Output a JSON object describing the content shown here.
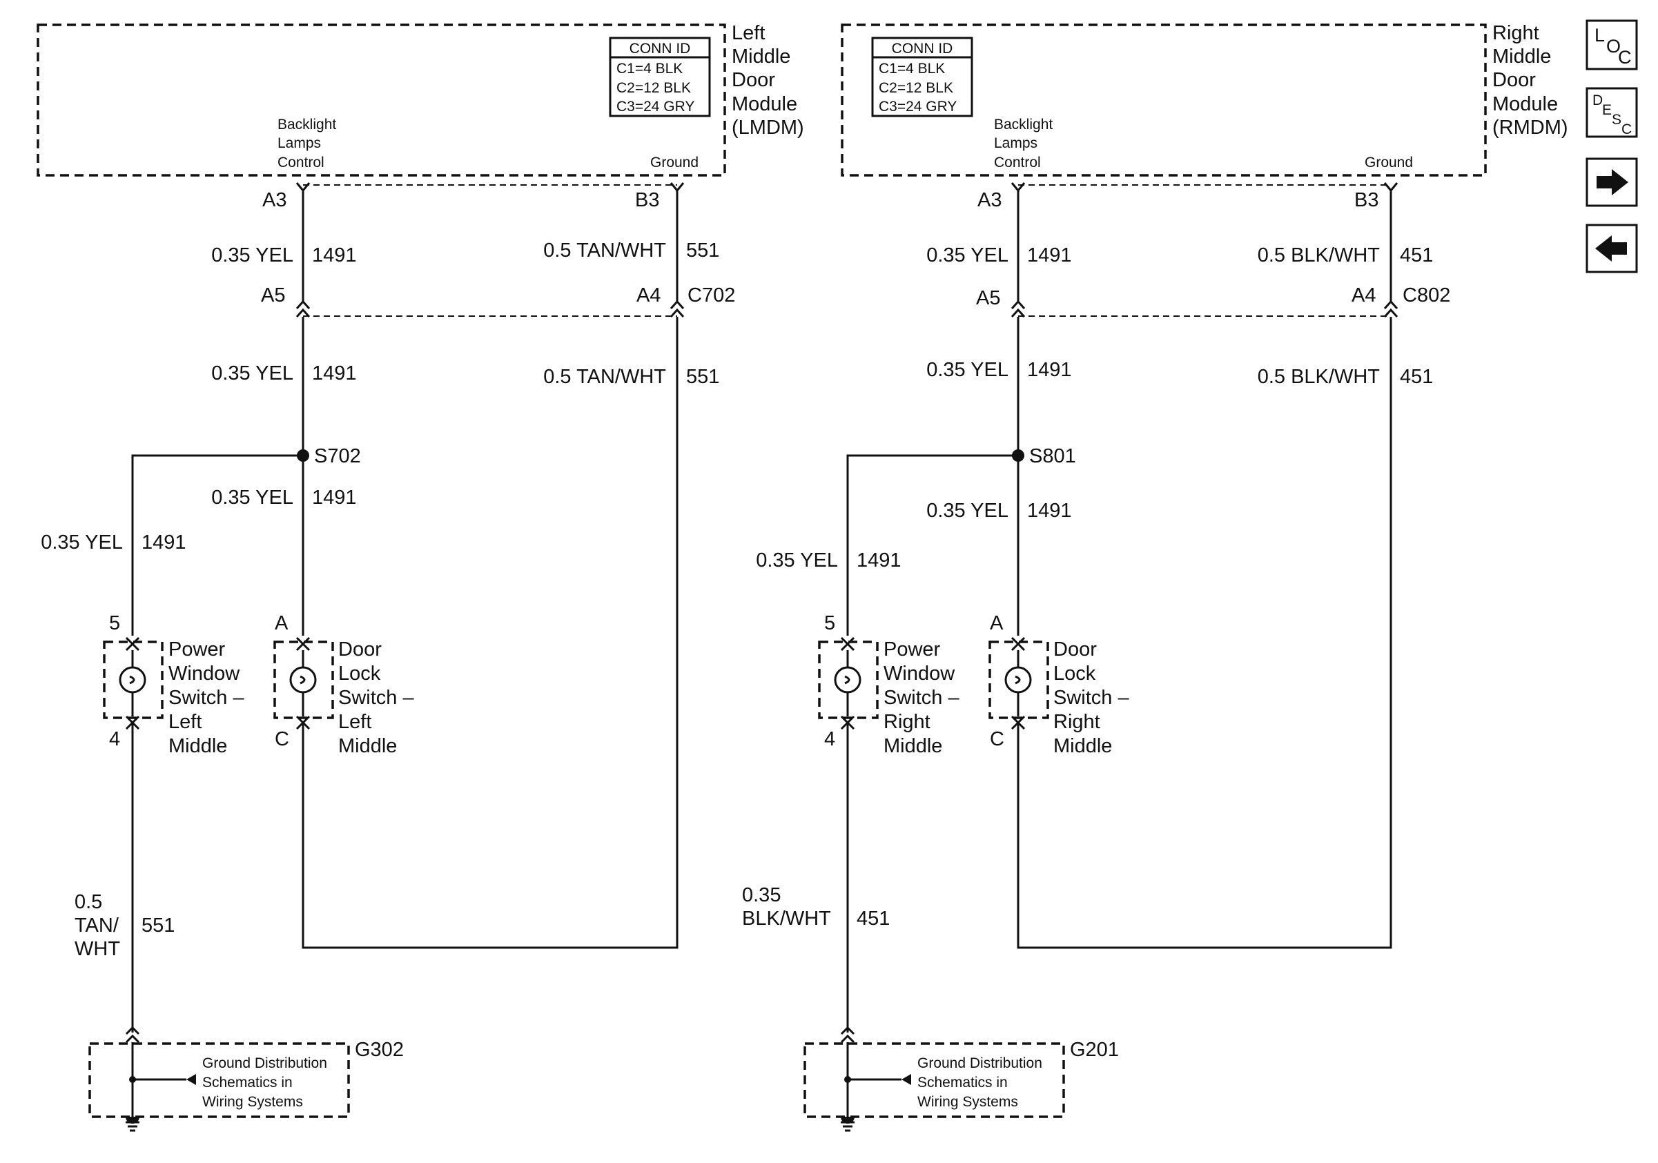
{
  "diagram": {
    "left": {
      "module": {
        "line1": "Left",
        "line2": "Middle",
        "line3": "Door",
        "line4": "Module",
        "line5": "(LMDM)"
      },
      "conn_id": {
        "title": "CONN ID",
        "c1": "C1=4 BLK",
        "c2": "C2=12 BLK",
        "c3": "C3=24 GRY"
      },
      "backlight": {
        "l1": "Backlight",
        "l2": "Lamps",
        "l3": "Control"
      },
      "ground_label": "Ground",
      "pin_a3": "A3",
      "pin_b3": "B3",
      "pin_a5": "A5",
      "pin_a4": "A4",
      "connector": "C702",
      "wire_yel_1": {
        "gauge": "0.35 YEL",
        "circuit": "1491"
      },
      "wire_gnd_1": {
        "gauge": "0.5 TAN/WHT",
        "circuit": "551"
      },
      "wire_yel_2": {
        "gauge": "0.35 YEL",
        "circuit": "1491"
      },
      "wire_gnd_2": {
        "gauge": "0.5 TAN/WHT",
        "circuit": "551"
      },
      "splice": "S702",
      "wire_yel_3": {
        "gauge": "0.35 YEL",
        "circuit": "1491"
      },
      "wire_yel_4": {
        "gauge": "0.35 YEL",
        "circuit": "1491"
      },
      "pw_switch": {
        "pin_top": "5",
        "pin_bottom": "4",
        "l1": "Power",
        "l2": "Window",
        "l3": "Switch –",
        "l4": "Left",
        "l5": "Middle"
      },
      "dl_switch": {
        "pin_top": "A",
        "pin_bottom": "C",
        "l1": "Door",
        "l2": "Lock",
        "l3": "Switch –",
        "l4": "Left",
        "l5": "Middle"
      },
      "ground_wire": {
        "g1": "0.5",
        "g2": "TAN/",
        "g3": "WHT",
        "circuit": "551"
      },
      "ground_box": {
        "l1": "Ground Distribution",
        "l2": "Schematics in",
        "l3": "Wiring Systems"
      },
      "ground_id": "G302"
    },
    "right": {
      "module": {
        "line1": "Right",
        "line2": "Middle",
        "line3": "Door",
        "line4": "Module",
        "line5": "(RMDM)"
      },
      "conn_id": {
        "title": "CONN ID",
        "c1": "C1=4 BLK",
        "c2": "C2=12 BLK",
        "c3": "C3=24 GRY"
      },
      "backlight": {
        "l1": "Backlight",
        "l2": "Lamps",
        "l3": "Control"
      },
      "ground_label": "Ground",
      "pin_a3": "A3",
      "pin_b3": "B3",
      "pin_a5": "A5",
      "pin_a4": "A4",
      "connector": "C802",
      "wire_yel_1": {
        "gauge": "0.35 YEL",
        "circuit": "1491"
      },
      "wire_gnd_1": {
        "gauge": "0.5 BLK/WHT",
        "circuit": "451"
      },
      "wire_yel_2": {
        "gauge": "0.35 YEL",
        "circuit": "1491"
      },
      "wire_gnd_2": {
        "gauge": "0.5 BLK/WHT",
        "circuit": "451"
      },
      "splice": "S801",
      "wire_yel_3": {
        "gauge": "0.35 YEL",
        "circuit": "1491"
      },
      "wire_yel_4": {
        "gauge": "0.35 YEL",
        "circuit": "1491"
      },
      "pw_switch": {
        "pin_top": "5",
        "pin_bottom": "4",
        "l1": "Power",
        "l2": "Window",
        "l3": "Switch –",
        "l4": "Right",
        "l5": "Middle"
      },
      "dl_switch": {
        "pin_top": "A",
        "pin_bottom": "C",
        "l1": "Door",
        "l2": "Lock",
        "l3": "Switch –",
        "l4": "Right",
        "l5": "Middle"
      },
      "ground_wire": {
        "g1": "0.35",
        "g2": "BLK/WHT",
        "circuit": "451"
      },
      "ground_box": {
        "l1": "Ground Distribution",
        "l2": "Schematics in",
        "l3": "Wiring Systems"
      },
      "ground_id": "G201"
    }
  },
  "nav": {
    "loc": {
      "a": "L",
      "b": "O",
      "c": "C"
    },
    "desc": {
      "a": "D",
      "b": "E",
      "c": "S",
      "d": "C"
    },
    "icons": {
      "next": "arrow-right-icon",
      "prev": "arrow-left-icon"
    }
  }
}
